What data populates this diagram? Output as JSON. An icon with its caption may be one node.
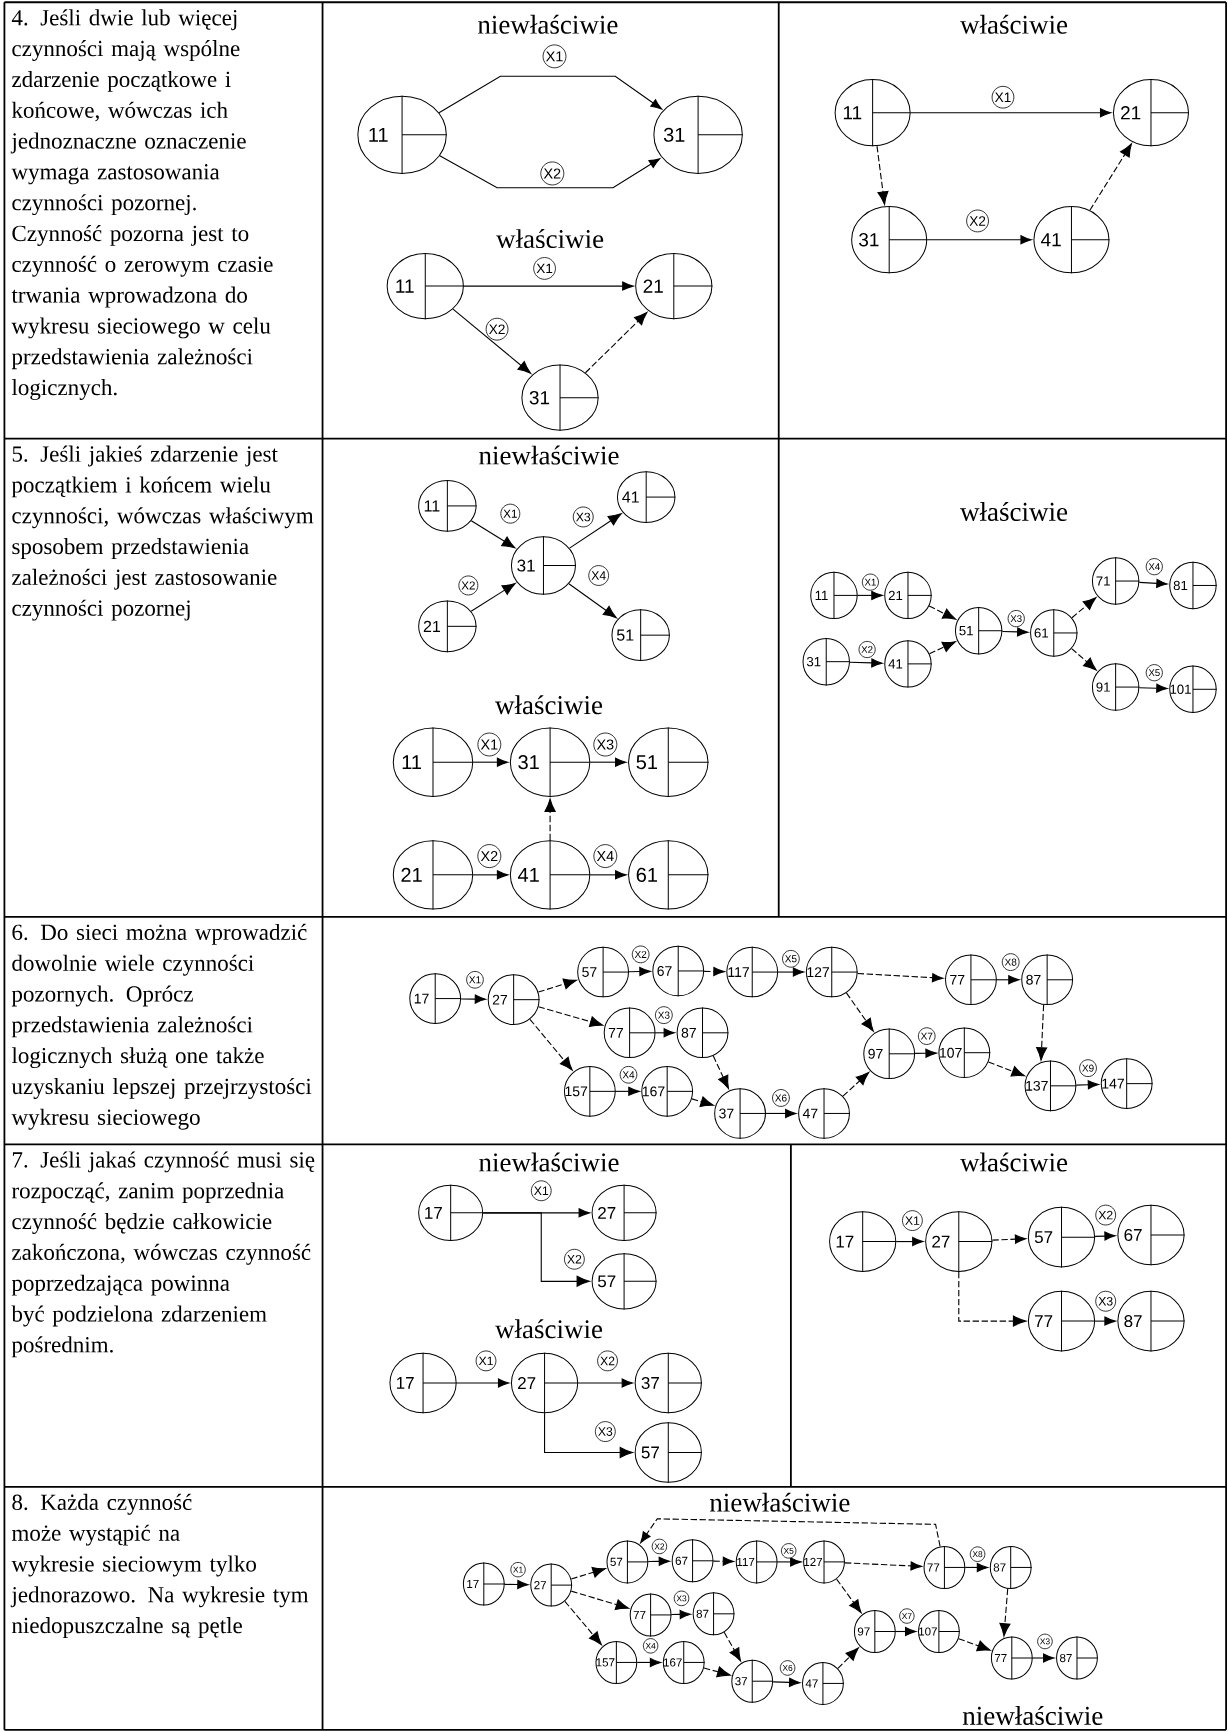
{
  "diagram": {
    "nodes": [
      {
        "text": [
          "11"
        ]
      },
      {
        "text": [
          "31"
        ]
      },
      {
        "text": [
          "11"
        ]
      },
      {
        "text": [
          "21"
        ]
      },
      {
        "text": [
          "31"
        ]
      },
      {
        "text": [
          "11"
        ]
      },
      {
        "text": [
          "21"
        ]
      },
      {
        "text": [
          "31"
        ]
      },
      {
        "text": [
          "41"
        ]
      },
      {
        "text": [
          "11"
        ]
      },
      {
        "text": [
          "41"
        ]
      },
      {
        "text": [
          "31"
        ]
      },
      {
        "text": [
          "21"
        ]
      },
      {
        "text": [
          "51"
        ]
      },
      {
        "text": [
          "11"
        ]
      },
      {
        "text": [
          "31"
        ]
      },
      {
        "text": [
          "51"
        ]
      },
      {
        "text": [
          "21"
        ]
      },
      {
        "text": [
          "41"
        ]
      },
      {
        "text": [
          "61"
        ]
      },
      {
        "text": [
          "11"
        ]
      },
      {
        "text": [
          "21"
        ]
      },
      {
        "text": [
          "31"
        ]
      },
      {
        "text": [
          "41"
        ]
      },
      {
        "text": [
          "51"
        ]
      },
      {
        "text": [
          "61"
        ]
      },
      {
        "text": [
          "71"
        ]
      },
      {
        "text": [
          "81"
        ]
      },
      {
        "text": [
          "91"
        ]
      },
      {
        "text": [
          "101"
        ]
      },
      {
        "text": [
          "17"
        ]
      },
      {
        "text": [
          "27"
        ]
      },
      {
        "text": [
          "57"
        ]
      },
      {
        "text": [
          "67"
        ]
      },
      {
        "text": [
          "117"
        ]
      },
      {
        "text": [
          "127"
        ]
      },
      {
        "text": [
          "77"
        ]
      },
      {
        "text": [
          "87"
        ]
      },
      {
        "text": [
          "77"
        ]
      },
      {
        "text": [
          "87"
        ]
      },
      {
        "text": [
          "97"
        ]
      },
      {
        "text": [
          "107"
        ]
      },
      {
        "text": [
          "157"
        ]
      },
      {
        "text": [
          "167"
        ]
      },
      {
        "text": [
          "137"
        ]
      },
      {
        "text": [
          "147"
        ]
      },
      {
        "text": [
          "37"
        ]
      },
      {
        "text": [
          "47"
        ]
      },
      {
        "text": [
          "17"
        ]
      },
      {
        "text": [
          "27"
        ]
      },
      {
        "text": [
          "57"
        ]
      },
      {
        "text": [
          "17"
        ]
      },
      {
        "text": [
          "27"
        ]
      },
      {
        "text": [
          "37"
        ]
      },
      {
        "text": [
          "57"
        ]
      },
      {
        "text": [
          "17"
        ]
      },
      {
        "text": [
          "27"
        ]
      },
      {
        "text": [
          "57"
        ]
      },
      {
        "text": [
          "67"
        ]
      },
      {
        "text": [
          "77"
        ]
      },
      {
        "text": [
          "87"
        ]
      },
      {
        "text": [
          "17"
        ]
      },
      {
        "text": [
          "27"
        ]
      },
      {
        "text": [
          "57"
        ]
      },
      {
        "text": [
          "67"
        ]
      },
      {
        "text": [
          "117"
        ]
      },
      {
        "text": [
          "127"
        ]
      },
      {
        "text": [
          "77"
        ]
      },
      {
        "text": [
          "87"
        ]
      },
      {
        "text": [
          "77"
        ]
      },
      {
        "text": [
          "87"
        ]
      },
      {
        "text": [
          "97"
        ]
      },
      {
        "text": [
          "107"
        ]
      },
      {
        "text": [
          "157"
        ]
      },
      {
        "text": [
          "167"
        ]
      },
      {
        "text": [
          "77"
        ]
      },
      {
        "text": [
          "87"
        ]
      },
      {
        "text": [
          "37"
        ]
      },
      {
        "text": [
          "47"
        ]
      }
    ],
    "edges": [
      {
        "from": 0,
        "to": 1,
        "arrow": "to",
        "label": "X1"
      },
      {
        "from": 0,
        "to": 1,
        "arrow": "to",
        "label": "X2"
      },
      {
        "from": 2,
        "to": 3,
        "arrow": "to",
        "label": "X1"
      },
      {
        "from": 2,
        "to": 4,
        "arrow": "to",
        "label": "X2"
      },
      {
        "from": 4,
        "to": 3,
        "arrow": "to",
        "style": "dashed"
      },
      {
        "from": 5,
        "to": 6,
        "arrow": "to",
        "label": "X1"
      },
      {
        "from": 5,
        "to": 7,
        "arrow": "to",
        "style": "dashed"
      },
      {
        "from": 7,
        "to": 8,
        "arrow": "to",
        "label": "X2"
      },
      {
        "from": 8,
        "to": 6,
        "arrow": "to",
        "style": "dashed"
      },
      {
        "from": 9,
        "to": 11,
        "arrow": "to",
        "label": "X1"
      },
      {
        "from": 12,
        "to": 11,
        "arrow": "to",
        "label": "X2"
      },
      {
        "from": 11,
        "to": 10,
        "arrow": "to",
        "label": "X3"
      },
      {
        "from": 11,
        "to": 13,
        "arrow": "to",
        "label": "X4"
      },
      {
        "from": 14,
        "to": 15,
        "arrow": "to",
        "label": "X1"
      },
      {
        "from": 15,
        "to": 16,
        "arrow": "to",
        "label": "X3"
      },
      {
        "from": 18,
        "to": 15,
        "arrow": "to",
        "style": "dashed"
      },
      {
        "from": 17,
        "to": 18,
        "arrow": "to",
        "label": "X2"
      },
      {
        "from": 18,
        "to": 19,
        "arrow": "to",
        "label": "X4"
      },
      {
        "from": 20,
        "to": 21,
        "arrow": "to",
        "label": "X1"
      },
      {
        "from": 22,
        "to": 23,
        "arrow": "to",
        "label": "X2"
      },
      {
        "from": 21,
        "to": 24,
        "arrow": "to",
        "style": "dashed"
      },
      {
        "from": 23,
        "to": 24,
        "arrow": "to",
        "style": "dashed"
      },
      {
        "from": 24,
        "to": 25,
        "arrow": "to",
        "label": "X3"
      },
      {
        "from": 25,
        "to": 26,
        "arrow": "to",
        "style": "dashed"
      },
      {
        "from": 25,
        "to": 28,
        "arrow": "to",
        "style": "dashed"
      },
      {
        "from": 26,
        "to": 27,
        "arrow": "to",
        "label": "X4"
      },
      {
        "from": 28,
        "to": 29,
        "arrow": "to",
        "label": "X5"
      },
      {
        "from": 30,
        "to": 31,
        "arrow": "to",
        "label": "X1"
      },
      {
        "from": 31,
        "to": 32,
        "arrow": "to",
        "style": "dashed"
      },
      {
        "from": 32,
        "to": 33,
        "arrow": "to",
        "label": "X2"
      },
      {
        "from": 33,
        "to": 34,
        "arrow": "to",
        "style": "dashed"
      },
      {
        "from": 34,
        "to": 35,
        "arrow": "to",
        "label": "X5"
      },
      {
        "from": 35,
        "to": 36,
        "arrow": "to",
        "style": "dashed"
      },
      {
        "from": 36,
        "to": 37,
        "arrow": "to",
        "label": "X8"
      },
      {
        "from": 31,
        "to": 38,
        "arrow": "to",
        "style": "dashed"
      },
      {
        "from": 38,
        "to": 39,
        "arrow": "to",
        "label": "X3"
      },
      {
        "from": 31,
        "to": 42,
        "arrow": "to",
        "style": "dashed"
      },
      {
        "from": 42,
        "to": 43,
        "arrow": "to",
        "label": "X4"
      },
      {
        "from": 39,
        "to": 46,
        "arrow": "to",
        "style": "dashed"
      },
      {
        "from": 43,
        "to": 46,
        "arrow": "to",
        "style": "dashed"
      },
      {
        "from": 46,
        "to": 47,
        "arrow": "to",
        "label": "X6"
      },
      {
        "from": 47,
        "to": 40,
        "arrow": "to",
        "style": "dashed"
      },
      {
        "from": 35,
        "to": 40,
        "arrow": "to",
        "style": "dashed"
      },
      {
        "from": 40,
        "to": 41,
        "arrow": "to",
        "label": "X7"
      },
      {
        "from": 41,
        "to": 44,
        "arrow": "to",
        "style": "dashed"
      },
      {
        "from": 37,
        "to": 44,
        "arrow": "to",
        "style": "dashed"
      },
      {
        "from": 44,
        "to": 45,
        "arrow": "to",
        "label": "X9"
      },
      {
        "from": 48,
        "to": 49,
        "arrow": "to",
        "label": "X1"
      },
      {
        "from": 48,
        "to": 50,
        "arrow": "to",
        "label": "X2"
      },
      {
        "from": 51,
        "to": 52,
        "arrow": "to",
        "label": "X1"
      },
      {
        "from": 52,
        "to": 53,
        "arrow": "to",
        "label": "X2"
      },
      {
        "from": 52,
        "to": 54,
        "arrow": "to",
        "label": "X3"
      },
      {
        "from": 55,
        "to": 56,
        "arrow": "to",
        "label": "X1"
      },
      {
        "from": 56,
        "to": 57,
        "arrow": "to",
        "style": "dashed"
      },
      {
        "from": 57,
        "to": 58,
        "arrow": "to",
        "label": "X2"
      },
      {
        "from": 56,
        "to": 59,
        "arrow": "to",
        "style": "dashed"
      },
      {
        "from": 59,
        "to": 60,
        "arrow": "to",
        "label": "X3"
      },
      {
        "from": 61,
        "to": 62,
        "arrow": "to",
        "label": "X1"
      },
      {
        "from": 62,
        "to": 63,
        "arrow": "to",
        "style": "dashed"
      },
      {
        "from": 63,
        "to": 64,
        "arrow": "to",
        "label": "X2"
      },
      {
        "from": 64,
        "to": 65,
        "arrow": "to",
        "style": "dashed"
      },
      {
        "from": 65,
        "to": 66,
        "arrow": "to",
        "label": "X5"
      },
      {
        "from": 66,
        "to": 67,
        "arrow": "to",
        "style": "dashed"
      },
      {
        "from": 67,
        "to": 68,
        "arrow": "to",
        "label": "X8"
      },
      {
        "from": 62,
        "to": 69,
        "arrow": "to",
        "style": "dashed"
      },
      {
        "from": 69,
        "to": 70,
        "arrow": "to",
        "label": "X3"
      },
      {
        "from": 62,
        "to": 73,
        "arrow": "to",
        "style": "dashed"
      },
      {
        "from": 73,
        "to": 74,
        "arrow": "to",
        "label": "X4"
      },
      {
        "from": 70,
        "to": 77,
        "arrow": "to",
        "style": "dashed"
      },
      {
        "from": 74,
        "to": 77,
        "arrow": "to",
        "style": "dashed"
      },
      {
        "from": 77,
        "to": 78,
        "arrow": "to",
        "label": "X6"
      },
      {
        "from": 78,
        "to": 71,
        "arrow": "to",
        "style": "dashed"
      },
      {
        "from": 66,
        "to": 71,
        "arrow": "to",
        "style": "dashed"
      },
      {
        "from": 71,
        "to": 72,
        "arrow": "to",
        "label": "X7"
      },
      {
        "from": 72,
        "to": 75,
        "arrow": "to",
        "style": "dashed"
      },
      {
        "from": 68,
        "to": 75,
        "arrow": "to",
        "style": "dashed"
      },
      {
        "from": 75,
        "to": 76,
        "arrow": "to",
        "label": "X3"
      },
      {
        "from": 67,
        "to": 63,
        "arrow": "to",
        "style": "dashed"
      }
    ],
    "labels": [
      "4. Jeśli dwie lub więcej czynności mają wspólne zdarzenie początkowe i końcowe, wówczas ich jednoznaczne oznaczenie wymaga zastosowania czynności pozornej. Czynność pozorna jest to czynność o zerowym czasie trwania wprowadzona do wykresu sieciowego w celu przedstawienia zależności logicznych.",
      "niewłaściwie",
      "właściwie",
      "właściwie",
      "5. Jeśli jakieś zdarzenie jest początkiem i końcem wielu czynności, wówczas właściwym sposobem przedstawienia zależności jest zastosowanie czynności pozornej",
      "niewłaściwie",
      "właściwie",
      "właściwie",
      "6. Do sieci można wprowadzić dowolnie wiele czynności pozornych. Oprócz przedstawienia zależności logicznych służą one także uzyskaniu lepszej przejrzystości wykresu sieciowego",
      "7. Jeśli jakaś czynność musi się rozpocząć, zanim poprzednia czynność będzie całkowicie zakończona, wówczas czynność poprzedzająca powinna być podzielona zdarzeniem pośrednim.",
      "niewłaściwie",
      "właściwie",
      "właściwie",
      "8. Każda czynność może wystąpić na wykresie sieciowym tylko jednorazowo. Na wykresie tym niedopuszczalne są pętle",
      "niewłaściwie",
      "niewłaściwie"
    ]
  }
}
